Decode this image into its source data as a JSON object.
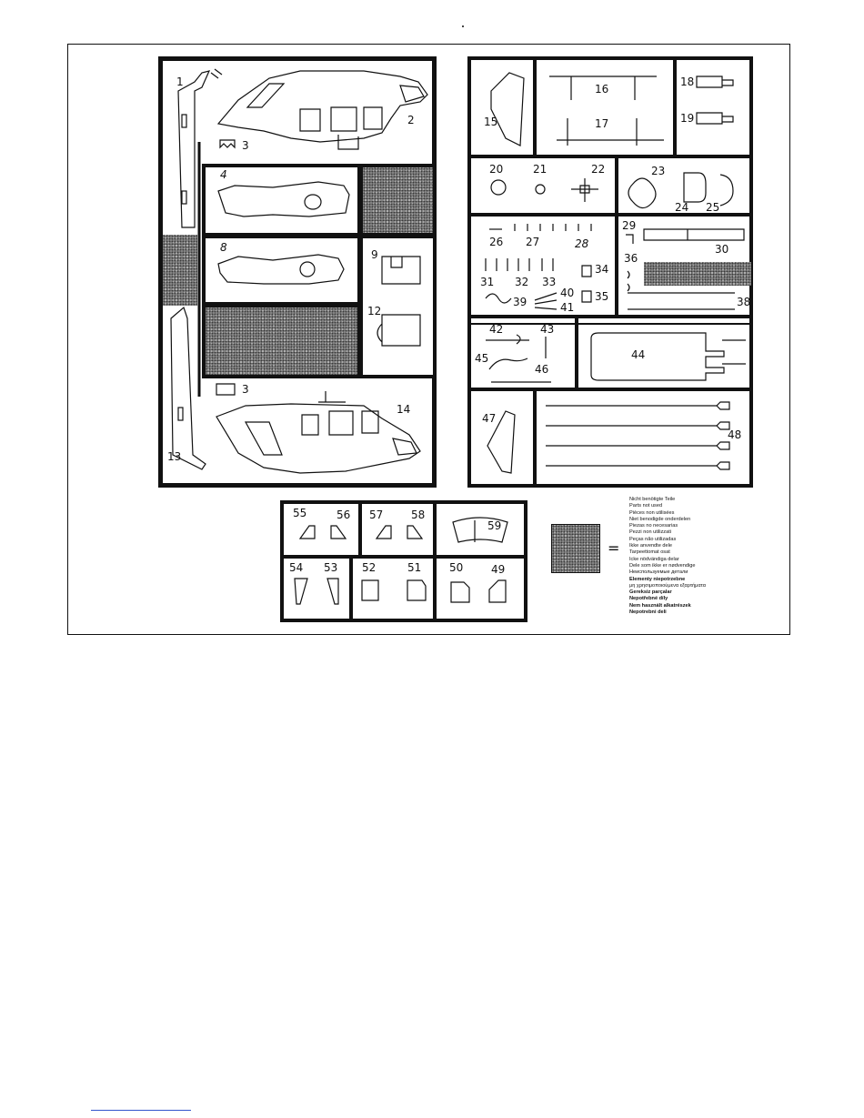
{
  "parts": {
    "p1": "1",
    "p2": "2",
    "p3a": "3",
    "p3b": "3",
    "p4": "4",
    "p8": "8",
    "p9": "9",
    "p12": "12",
    "p13": "13",
    "p14": "14",
    "p15": "15",
    "p16": "16",
    "p17": "17",
    "p18": "18",
    "p19": "19",
    "p20": "20",
    "p21": "21",
    "p22": "22",
    "p23": "23",
    "p24": "24",
    "p25": "25",
    "p26": "26",
    "p27": "27",
    "p28": "28",
    "p29": "29",
    "p30": "30",
    "p31": "31",
    "p32": "32",
    "p33": "33",
    "p34": "34",
    "p35": "35",
    "p36": "36",
    "p38": "38",
    "p39": "39",
    "p40": "40",
    "p41": "41",
    "p42": "42",
    "p43": "43",
    "p44": "44",
    "p45": "45",
    "p46": "46",
    "p47": "47",
    "p48": "48",
    "p49": "49",
    "p50": "50",
    "p51": "51",
    "p52": "52",
    "p53": "53",
    "p54": "54",
    "p55": "55",
    "p56": "56",
    "p57": "57",
    "p58": "58",
    "p59": "59"
  },
  "legend": {
    "equals": "=",
    "items": [
      "Nicht benötigte Teile",
      "Parts not used",
      "Pièces non utilisées",
      "Niet benodigde onderdelen",
      "Piezas no necesarias",
      "Pezzi non utilizzati",
      "Peças não utilizadas",
      "Ikke anvendte dele",
      "Tarpeettomat osat",
      "Icke nödvändiga delar",
      "Dele som ikke er nødvendige",
      "Неиспользуемые детали",
      "Elementy niepotrzebne",
      "μη χρησιμοποιούμενα εξαρτήματα",
      "Gereksiz parçalar",
      "Nepotřebné díly",
      "Nem használt alkatrészek",
      "Nepotrebni deli"
    ]
  }
}
